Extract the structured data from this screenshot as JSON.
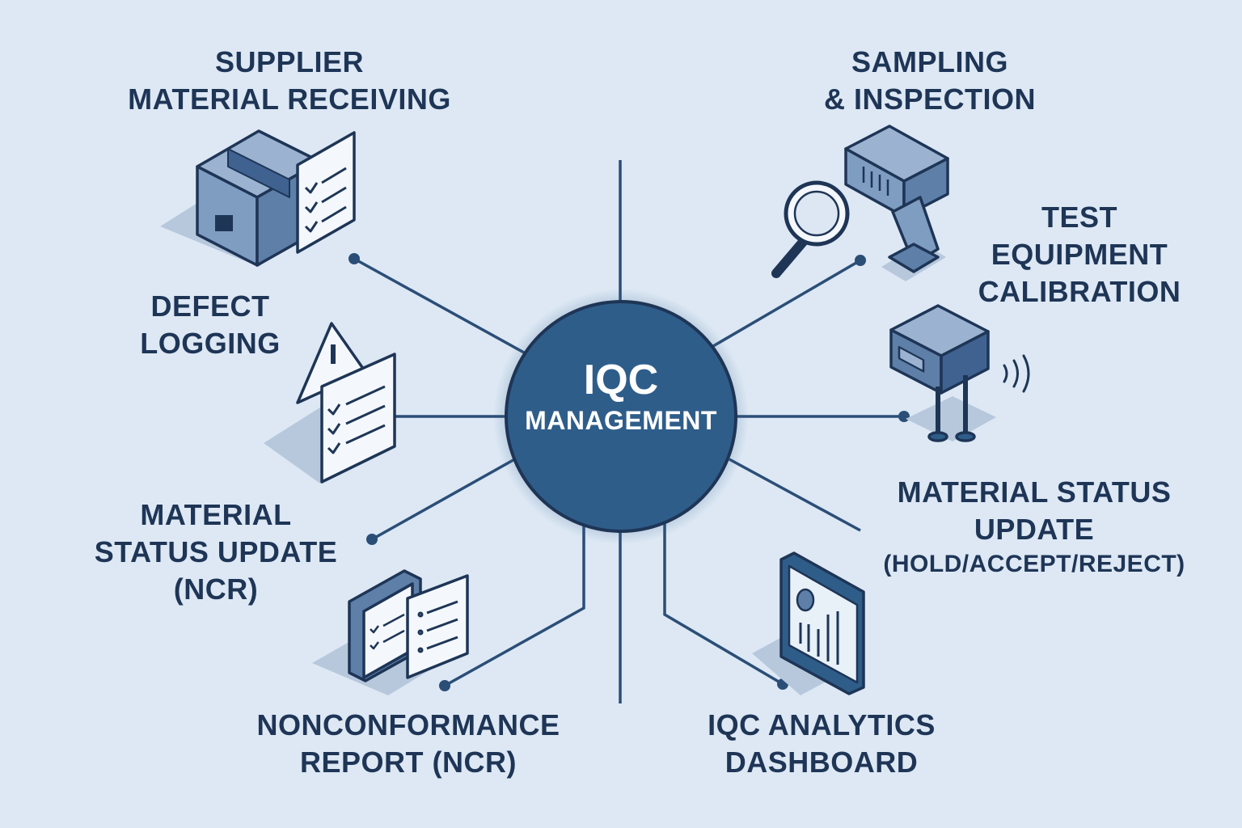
{
  "colors": {
    "background": "#dde8f4",
    "navy": "#1e3556",
    "hub": "#2f5d8a",
    "icon_fill": "#7f9cc1",
    "icon_light": "#f4f8fc",
    "shadow": "#b7c8dd"
  },
  "hub": {
    "title": "IQC",
    "subtitle": "MANAGEMENT"
  },
  "nodes": {
    "supplier_receiving": {
      "lines": [
        "SUPPLIER",
        "MATERIAL RECEIVING"
      ],
      "icon": "box-checklist-icon"
    },
    "sampling_inspection": {
      "lines": [
        "SAMPLING",
        "& INSPECTION"
      ],
      "icon": "scanner-magnifier-icon"
    },
    "test_equipment": {
      "lines": [
        "TEST",
        "EQUIPMENT",
        "CALIBRATION"
      ],
      "icon": "sensor-device-icon"
    },
    "defect_logging": {
      "lines": [
        "DEFECT",
        "LOGGING"
      ],
      "icon": "warning-document-icon"
    },
    "material_status_ncr": {
      "lines": [
        "MATERIAL",
        "STATUS UPDATE",
        "(NCR)"
      ]
    },
    "material_status_right": {
      "lines": [
        "MATERIAL STATUS",
        "UPDATE"
      ],
      "note": "(HOLD/ACCEPT/REJECT)"
    },
    "ncr_report": {
      "lines": [
        "NONCONFORMANCE",
        "REPORT (NCR)"
      ],
      "icon": "folder-documents-icon"
    },
    "analytics": {
      "lines": [
        "IQC ANALYTICS",
        "DASHBOARD"
      ],
      "icon": "tablet-dashboard-icon"
    }
  }
}
